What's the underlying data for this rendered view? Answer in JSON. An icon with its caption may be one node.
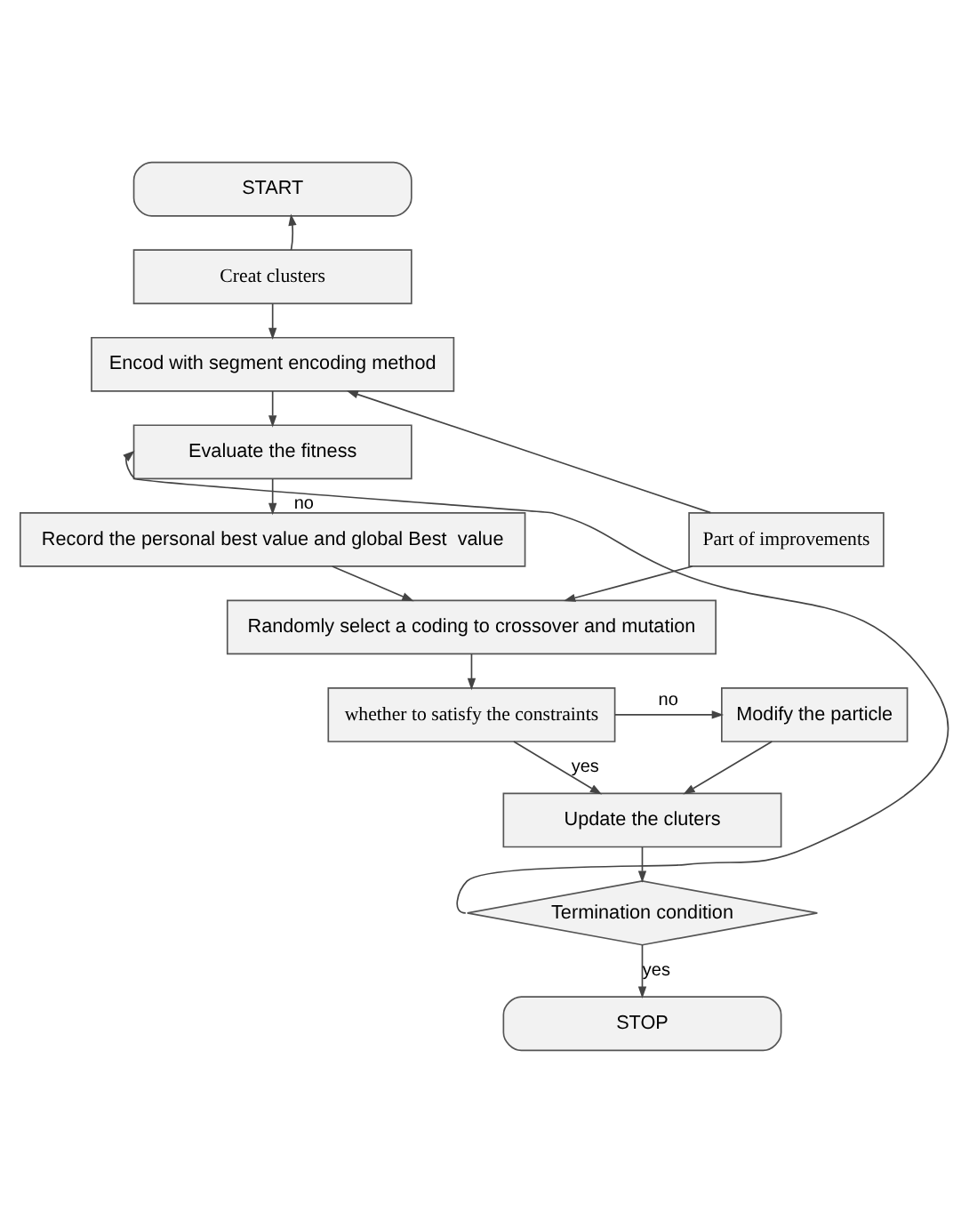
{
  "diagram": {
    "nodes": [
      {
        "text": [
          "START"
        ]
      },
      {
        "text": [
          "Creat clusters"
        ]
      },
      {
        "text": [
          "Encod with segment encoding method"
        ]
      },
      {
        "text": [
          "Evaluate the fitness"
        ]
      },
      {
        "text": [
          "Record the personal best value and global Best  value"
        ]
      },
      {
        "text": [
          "Part of improvements"
        ]
      },
      {
        "text": [
          "Randomly select a coding to crossover and mutation"
        ]
      },
      {
        "text": [
          "whether to satisfy the constraints"
        ]
      },
      {
        "text": [
          "Modify the particle"
        ]
      },
      {
        "text": [
          "Update the cluters"
        ]
      },
      {
        "text": [
          "Termination condition"
        ]
      },
      {
        "text": [
          "STOP"
        ]
      }
    ],
    "edges": [
      {
        "from": 1,
        "to": 0,
        "arrow": "to"
      },
      {
        "from": 1,
        "to": 2,
        "arrow": "to"
      },
      {
        "from": 2,
        "to": 3,
        "arrow": "to"
      },
      {
        "from": 3,
        "to": 4,
        "arrow": "to"
      },
      {
        "from": 4,
        "to": 6,
        "arrow": "to"
      },
      {
        "from": 5,
        "to": 2,
        "arrow": "to"
      },
      {
        "from": 5,
        "to": 6,
        "arrow": "to"
      },
      {
        "from": 6,
        "to": 7,
        "arrow": "to"
      },
      {
        "from": 7,
        "to": 8,
        "label": "no",
        "arrow": "to"
      },
      {
        "from": 7,
        "to": 9,
        "label": "yes",
        "arrow": "to"
      },
      {
        "from": 8,
        "to": 9,
        "arrow": "to"
      },
      {
        "from": 9,
        "to": 10,
        "arrow": "to"
      },
      {
        "from": 10,
        "to": 3,
        "label": "no",
        "arrow": "to"
      },
      {
        "from": 10,
        "to": 11,
        "label": "yes",
        "arrow": "to"
      }
    ]
  }
}
